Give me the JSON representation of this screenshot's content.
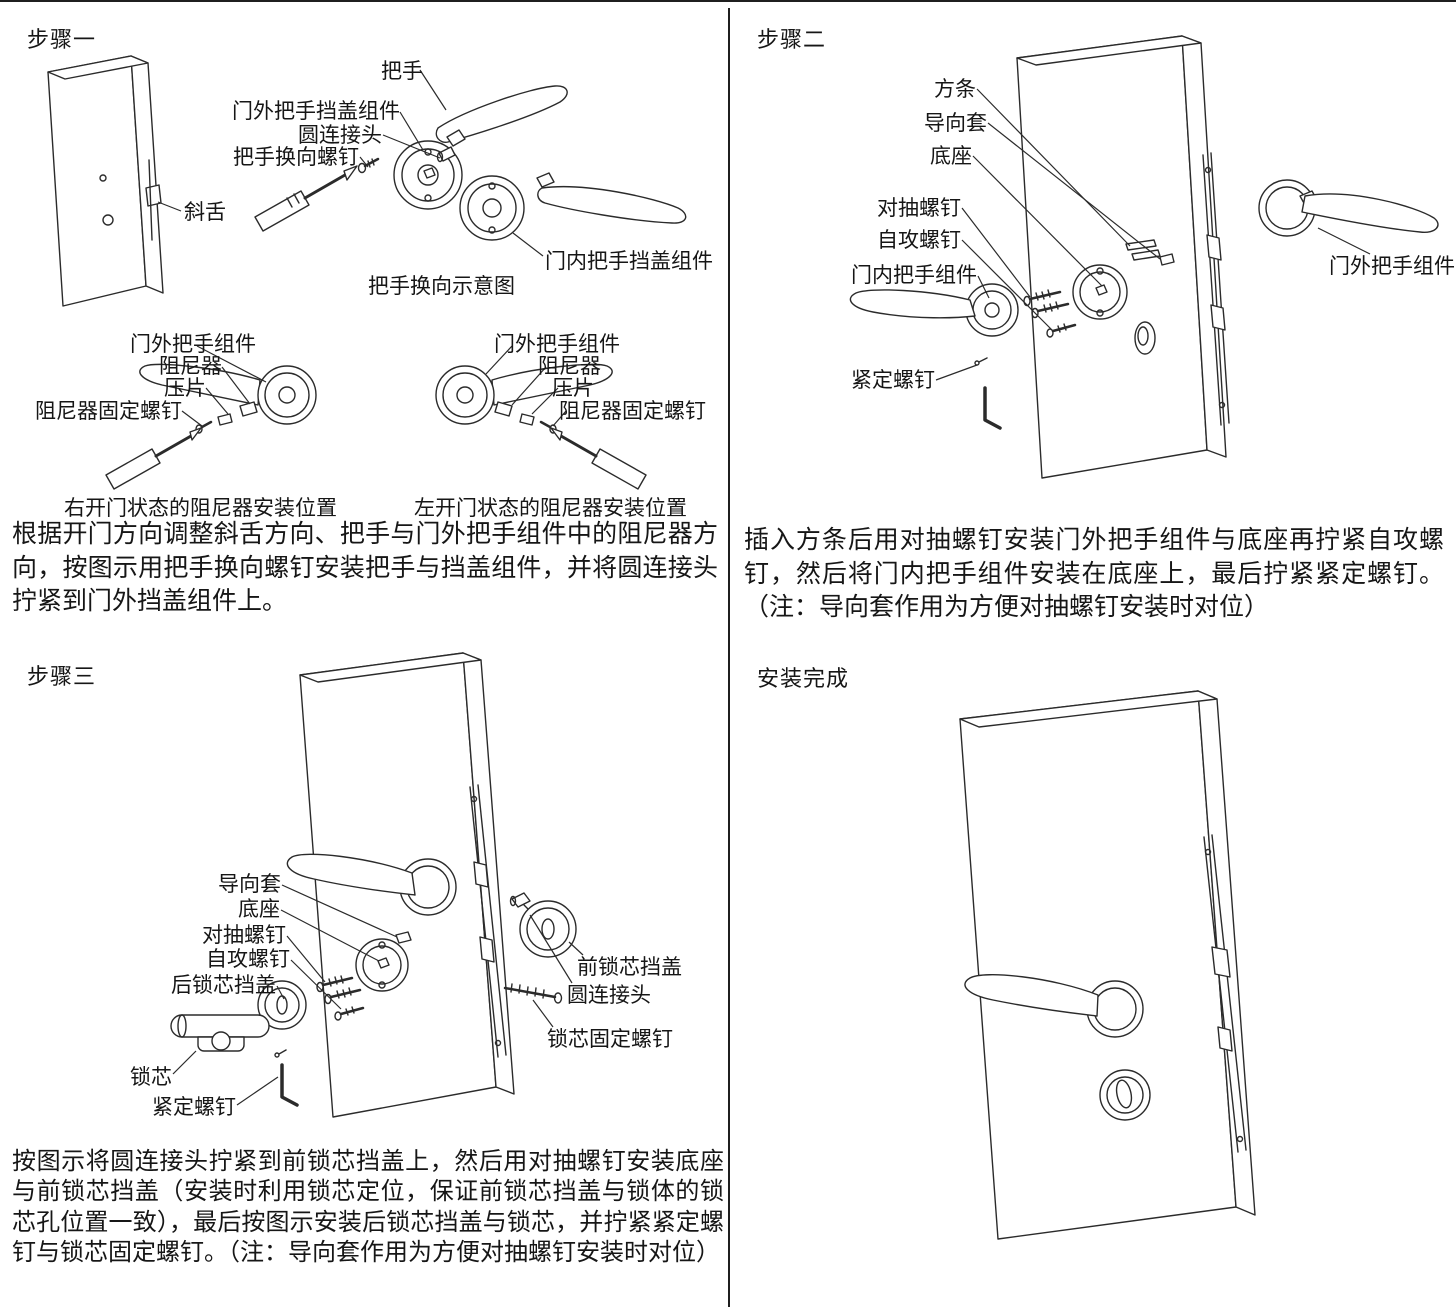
{
  "meta": {
    "background": "#ffffff",
    "ink_color": "#2b2b2b"
  },
  "step1": {
    "title": "步骤一",
    "labels": {
      "handle": "把手",
      "outer_cover_assembly": "门外把手挡盖组件",
      "round_connector": "圆连接头",
      "handle_reverse_screw": "把手换向螺钉",
      "latch_bolt": "斜舌",
      "inner_cover_assembly": "门内把手挡盖组件",
      "diagram_caption": "把手换向示意图",
      "outer_handle_assembly": "门外把手组件",
      "damper": "阻尼器",
      "press_plate": "压片",
      "damper_fixing_screw": "阻尼器固定螺钉",
      "right_open_caption": "右开门状态的阻尼器安装位置",
      "left_open_caption": "左开门状态的阻尼器安装位置"
    },
    "body": "根据开门方向调整斜舌方向、把手与门外把手组件中的阻尼器方向，按图示用把手换向螺钉安装把手与挡盖组件，并将圆连接头拧紧到门外挡盖组件上。"
  },
  "step2": {
    "title": "步骤二",
    "labels": {
      "square_spindle": "方条",
      "guide_sleeve": "导向套",
      "base": "底座",
      "through_screw": "对抽螺钉",
      "self_tapping_screw": "自攻螺钉",
      "inner_handle_assembly": "门内把手组件",
      "set_screw": "紧定螺钉",
      "outer_handle_assembly": "门外把手组件"
    },
    "body": "插入方条后用对抽螺钉安装门外把手组件与底座再拧紧自攻螺钉，然后将门内把手组件安装在底座上，最后拧紧紧定螺钉。（注：导向套作用为方便对抽螺钉安装时对位）"
  },
  "step3": {
    "title": "步骤三",
    "labels": {
      "guide_sleeve": "导向套",
      "base": "底座",
      "through_screw": "对抽螺钉",
      "self_tapping_screw": "自攻螺钉",
      "rear_cylinder_cover": "后锁芯挡盖",
      "cylinder": "锁芯",
      "set_screw": "紧定螺钉",
      "front_cylinder_cover": "前锁芯挡盖",
      "round_connector": "圆连接头",
      "cylinder_fixing_screw": "锁芯固定螺钉"
    },
    "body": "按图示将圆连接头拧紧到前锁芯挡盖上，然后用对抽螺钉安装底座与前锁芯挡盖（安装时利用锁芯定位，保证前锁芯挡盖与锁体的锁芯孔位置一致），最后按图示安装后锁芯挡盖与锁芯，并拧紧紧定螺钉与锁芯固定螺钉。（注：导向套作用为方便对抽螺钉安装时对位）"
  },
  "step4": {
    "title": "安装完成"
  }
}
